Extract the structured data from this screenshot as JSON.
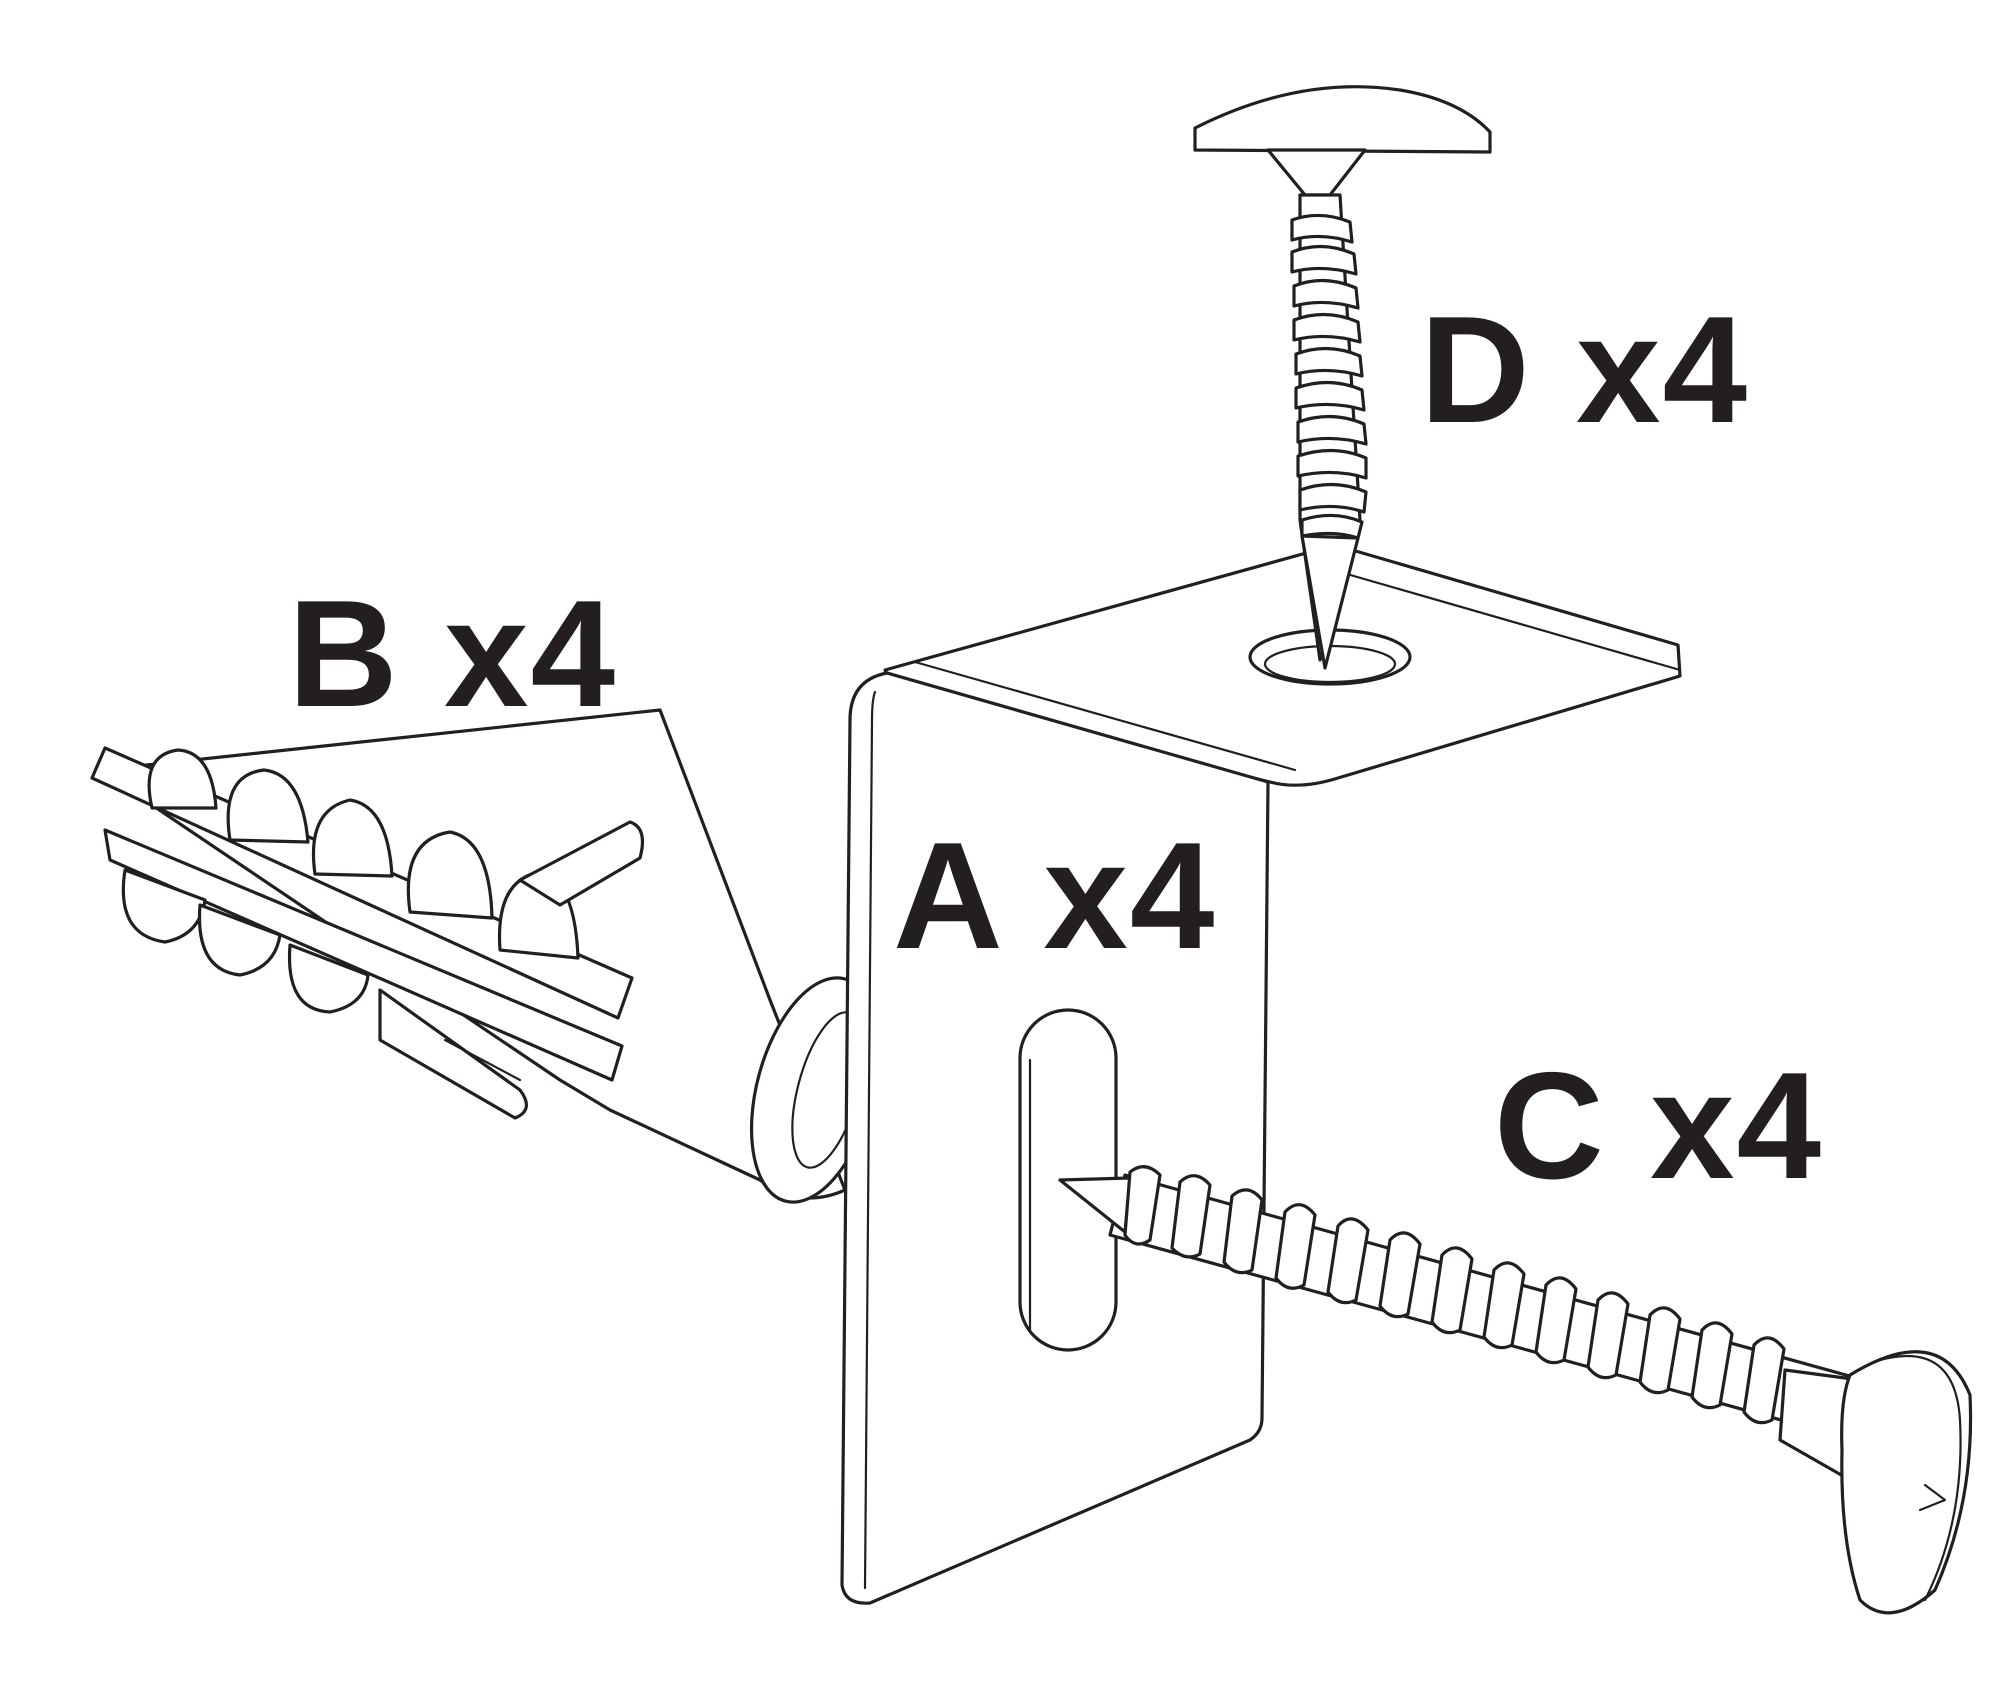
{
  "labels": {
    "a": "A x4",
    "b": "B x4",
    "c": "C x4",
    "d": "D x4"
  },
  "colors": {
    "ink": "#231f20",
    "fill": "#ffffff"
  }
}
